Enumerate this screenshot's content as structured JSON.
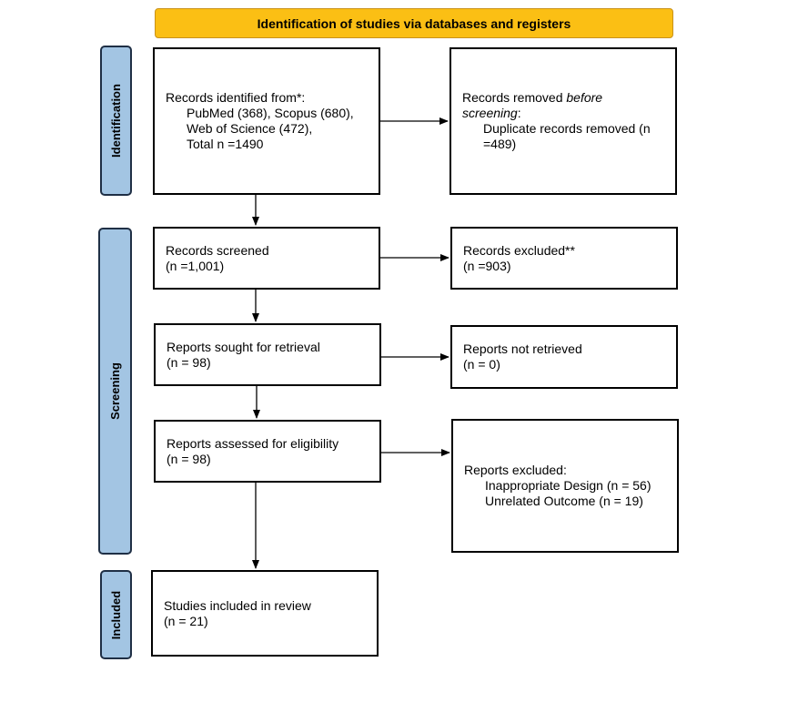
{
  "header": {
    "title": "Identification of studies via databases and registers"
  },
  "stages": {
    "identification": "Identification",
    "screening": "Screening",
    "included": "Included"
  },
  "boxes": {
    "identified": {
      "line1": "Records identified from*:",
      "line2": "PubMed (368), Scopus (680),",
      "line3": "Web of Science (472),",
      "line4": "Total n =1490"
    },
    "removed": {
      "line1_prefix": "Records removed ",
      "line1_italic": "before",
      "line2_italic": "screening",
      "line2_suffix": ":",
      "line3": "Duplicate records removed (n",
      "line4": "=489)"
    },
    "screened": {
      "line1": "Records screened",
      "line2": "(n =1,001)"
    },
    "excluded": {
      "line1": "Records excluded**",
      "line2": "(n =903)"
    },
    "sought": {
      "line1": "Reports sought for retrieval",
      "line2": "(n = 98)"
    },
    "not_retrieved": {
      "line1": "Reports not retrieved",
      "line2": "(n = 0)"
    },
    "assessed": {
      "line1": "Reports assessed for eligibility",
      "line2": "(n = 98)"
    },
    "reports_excluded": {
      "line1": "Reports excluded:",
      "line2": "Inappropriate Design (n = 56)",
      "line3": "Unrelated Outcome (n = 19)"
    },
    "included": {
      "line1": "Studies included in review",
      "line2": "(n = 21)"
    }
  },
  "colors": {
    "header_fill": "#fbbf14",
    "stage_fill": "#a3c5e3",
    "stage_border": "#1f2f45"
  }
}
